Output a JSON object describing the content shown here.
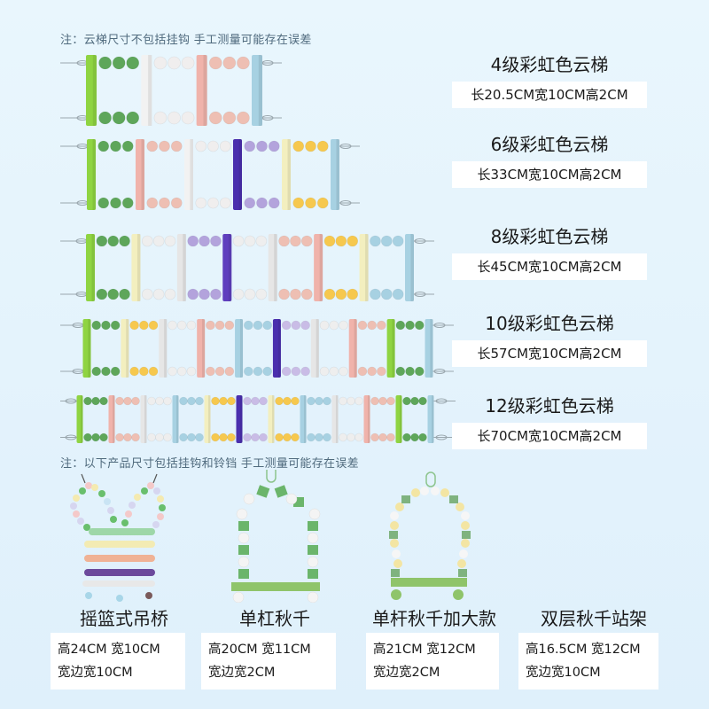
{
  "notes": {
    "top": "注：云梯尺寸不包括挂钩 手工测量可能存在误差",
    "bottom": "注：以下产品尺寸包括挂钩和铃铛 手工测量可能存在误差"
  },
  "ladders": [
    {
      "title": "4级彩虹色云梯",
      "dims": "长20.5CM宽10CM高2CM",
      "rungs": [
        "#8fd442",
        "#f2f2f2",
        "#f0b3ab",
        "#a7d1e2"
      ],
      "beads": [
        "#5ea65a",
        "#f0eeee",
        "#eebfb3"
      ]
    },
    {
      "title": "6级彩虹色云梯",
      "dims": "长33CM宽10CM高2CM",
      "rungs": [
        "#8fd442",
        "#f0b3ab",
        "#f2f2f2",
        "#4a2fae",
        "#f3efbf",
        "#a7d1e2"
      ],
      "beads": [
        "#5ea65a",
        "#eebfb3",
        "#f0eeee",
        "#b3a3dc",
        "#f6c84e"
      ]
    },
    {
      "title": "8级彩虹色云梯",
      "dims": "长45CM宽10CM高2CM",
      "rungs": [
        "#8fd442",
        "#f3efbf",
        "#e6e6e6",
        "#5f3fbe",
        "#e6e6e6",
        "#f0b3ab",
        "#f3efbf",
        "#a7d1e2"
      ],
      "beads": [
        "#5ea65a",
        "#eeeeee",
        "#b3a3dc",
        "#eeeeee",
        "#eebfb3",
        "#f6c84e",
        "#a7d1e2"
      ]
    },
    {
      "title": "10级彩虹色云梯",
      "dims": "长57CM宽10CM高2CM",
      "rungs": [
        "#8fd442",
        "#f3efbf",
        "#e6e6e6",
        "#f0b3ab",
        "#a7d1e2",
        "#4a2fae",
        "#e6e6e6",
        "#f0b3ab",
        "#8fd442",
        "#a7d1e2"
      ],
      "beads": [
        "#5ea65a",
        "#f6c84e",
        "#eeeeee",
        "#eebfb3",
        "#a7d1e2",
        "#c9bce6",
        "#eeeeee",
        "#eebfb3",
        "#5ea65a"
      ]
    },
    {
      "title": "12级彩虹色云梯",
      "dims": "长70CM宽10CM高2CM",
      "rungs": [
        "#8fd442",
        "#f0b3ab",
        "#e6e6e6",
        "#a7d1e2",
        "#f3efbf",
        "#4a2fae",
        "#f3efbf",
        "#a7d1e2",
        "#e6e6e6",
        "#f0b3ab",
        "#8fd442",
        "#a7d1e2"
      ],
      "beads": [
        "#5ea65a",
        "#eebfb3",
        "#eeeeee",
        "#a7d1e2",
        "#f6c84e",
        "#c9bce6",
        "#f6c84e",
        "#a7d1e2",
        "#eeeeee",
        "#eebfb3",
        "#5ea65a"
      ]
    }
  ],
  "products": [
    {
      "name": "摇篮式吊桥",
      "line1": "高24CM 宽10CM",
      "line2": "宽边宽10CM"
    },
    {
      "name": "单杠秋千",
      "line1": "高20CM 宽11CM",
      "line2": "宽边宽2CM"
    },
    {
      "name": "单杆秋千加大款",
      "line1": "高21CM 宽12CM",
      "line2": "宽边宽2CM"
    },
    {
      "name": "双层秋千站架",
      "line1": "高16.5CM 宽12CM",
      "line2": "宽边宽10CM"
    }
  ],
  "colors": {
    "background": "#e4f3fc",
    "note_text": "#4f6a7d",
    "label_box": "#ffffff"
  }
}
